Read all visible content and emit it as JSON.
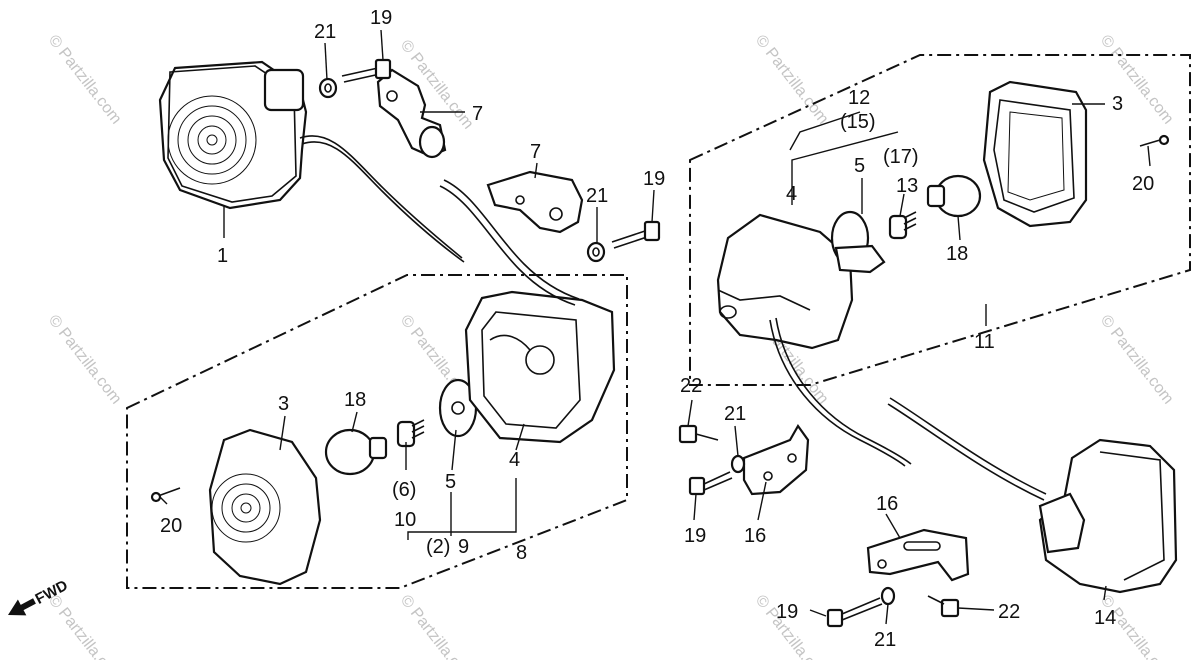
{
  "watermark": "© Partzilla.com",
  "fwd_label": "FWD",
  "callouts": {
    "c1": "1",
    "c3a": "3",
    "c3b": "3",
    "c4a": "4",
    "c4b": "4",
    "c5a": "5",
    "c5b": "5",
    "c6": "(6)",
    "c2": "(2)",
    "c7a": "7",
    "c7b": "7",
    "c8": "8",
    "c9": "9",
    "c10": "10",
    "c11": "11",
    "c12": "12",
    "c13": "13",
    "c14": "14",
    "c15": "(15)",
    "c16a": "16",
    "c16b": "16",
    "c17": "(17)",
    "c18a": "18",
    "c18b": "18",
    "c19a": "19",
    "c19b": "19",
    "c19c": "19",
    "c19d": "19",
    "c20a": "20",
    "c20b": "20",
    "c21a": "21",
    "c21b": "21",
    "c21c": "21",
    "c21d": "21",
    "c22a": "22",
    "c22b": "22"
  }
}
